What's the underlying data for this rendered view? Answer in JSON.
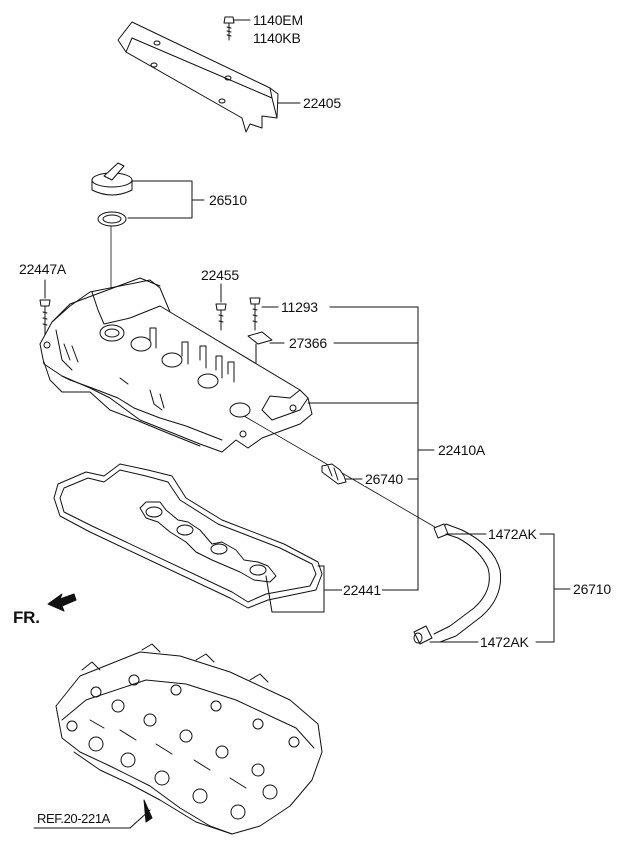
{
  "colors": {
    "ink": "#111111",
    "background": "#ffffff"
  },
  "labels": {
    "p1140em": "1140EM",
    "p1140kb": "1140KB",
    "p22405": "22405",
    "p26510": "26510",
    "p22447a": "22447A",
    "p22455": "22455",
    "p11293": "11293",
    "p27366": "27366",
    "p22410a": "22410A",
    "p26740": "26740",
    "p1472ak_top": "1472AK",
    "p26710": "26710",
    "p1472ak_bottom": "1472AK",
    "p22441": "22441",
    "fr": "FR.",
    "ref": "REF.20-221A"
  }
}
